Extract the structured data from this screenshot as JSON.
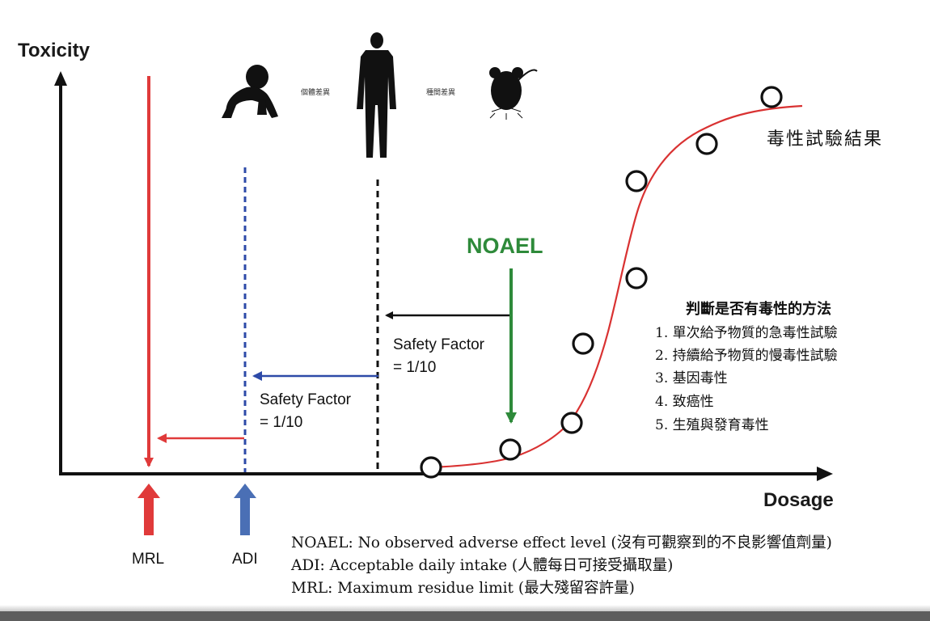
{
  "axes": {
    "y_label": "Toxicity",
    "x_label": "Dosage"
  },
  "pictograms": {
    "infant": {
      "icon": "crawling-baby-icon"
    },
    "adult": {
      "icon": "standing-man-icon"
    },
    "rat": {
      "icon": "rat-icon"
    },
    "individual_variation": "個體差異",
    "species_variation": "種間差異"
  },
  "noael": {
    "label": "NOAEL",
    "color": "#2e8a3a"
  },
  "safety_factor_1": {
    "line1": "Safety Factor",
    "line2": "= 1/10"
  },
  "safety_factor_2": {
    "line1": "Safety Factor",
    "line2": "= 1/10"
  },
  "markers": {
    "mrl": "MRL",
    "adi": "ADI",
    "mrl_color": "#e03a3a",
    "adi_color": "#4a6fb5"
  },
  "curve": {
    "label": "毒性試驗結果",
    "color": "#d93232"
  },
  "methods": {
    "title": "判斷是否有毒性的方法",
    "items": [
      "1. 單次給予物質的急毒性試驗",
      "2. 持續給予物質的慢毒性試驗",
      "3. 基因毒性",
      "4. 致癌性",
      "5. 生殖與發育毒性"
    ]
  },
  "legend": {
    "noael": "NOAEL: No observed adverse effect level (沒有可觀察到的不良影響值劑量)",
    "adi": "ADI: Acceptable daily intake (人體每日可接受攝取量)",
    "mrl": "MRL: Maximum residue limit (最大殘留容許量)"
  }
}
